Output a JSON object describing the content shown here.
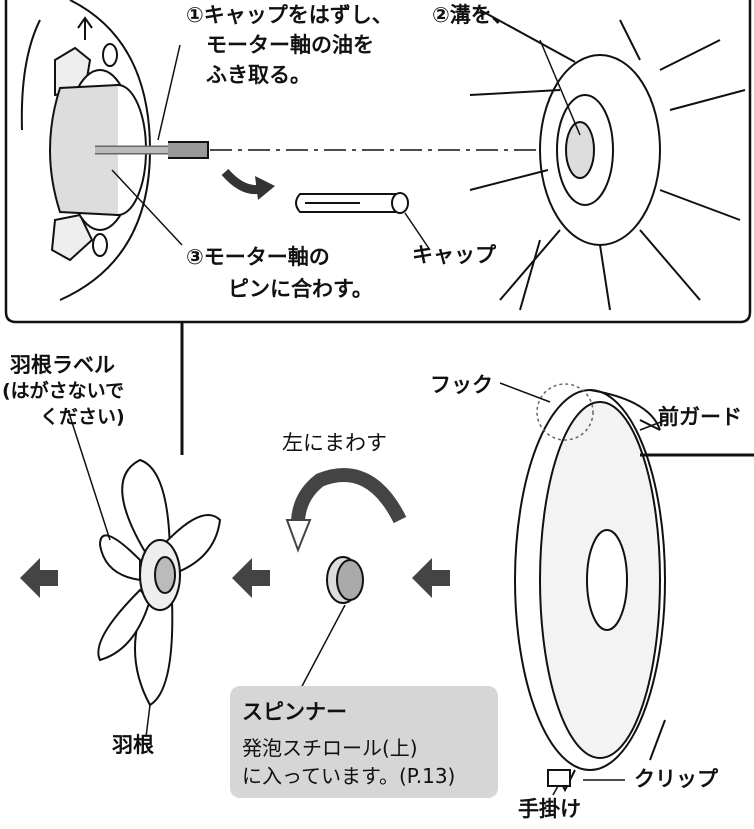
{
  "callout": {
    "step1_line1": "①キャップをはずし、",
    "step1_line2": "モーター軸の油を",
    "step1_line3": "ふき取る。",
    "step2": "②溝を、",
    "step3_line1": "③モーター軸の",
    "step3_line2": "ピンに合わす。",
    "cap_label": "キャップ"
  },
  "labels": {
    "blade_label_line1": "羽根ラベル",
    "blade_label_line2": "(はがさないで",
    "blade_label_line3": "ください)",
    "rotate": "左にまわす",
    "hook": "フック",
    "front_guard": "前ガード",
    "blade": "羽根",
    "clip": "クリップ",
    "handle": "手掛け"
  },
  "spinner_note": {
    "title": "スピンナー",
    "line1": "発泡スチロール(上)",
    "line2": "に入っています。(P.13)"
  }
}
